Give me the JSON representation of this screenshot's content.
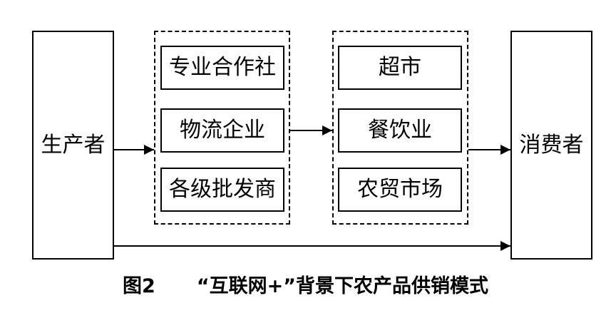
{
  "diagram": {
    "producer": "生产者",
    "consumer": "消费者",
    "intermediaries": [
      "专业合作社",
      "物流企业",
      "各级批发商"
    ],
    "retailers": [
      "超市",
      "餐饮业",
      "农贸市场"
    ]
  },
  "caption": {
    "figure_number": "图2",
    "title": "“互联网+”背景下农产品供销模式"
  }
}
